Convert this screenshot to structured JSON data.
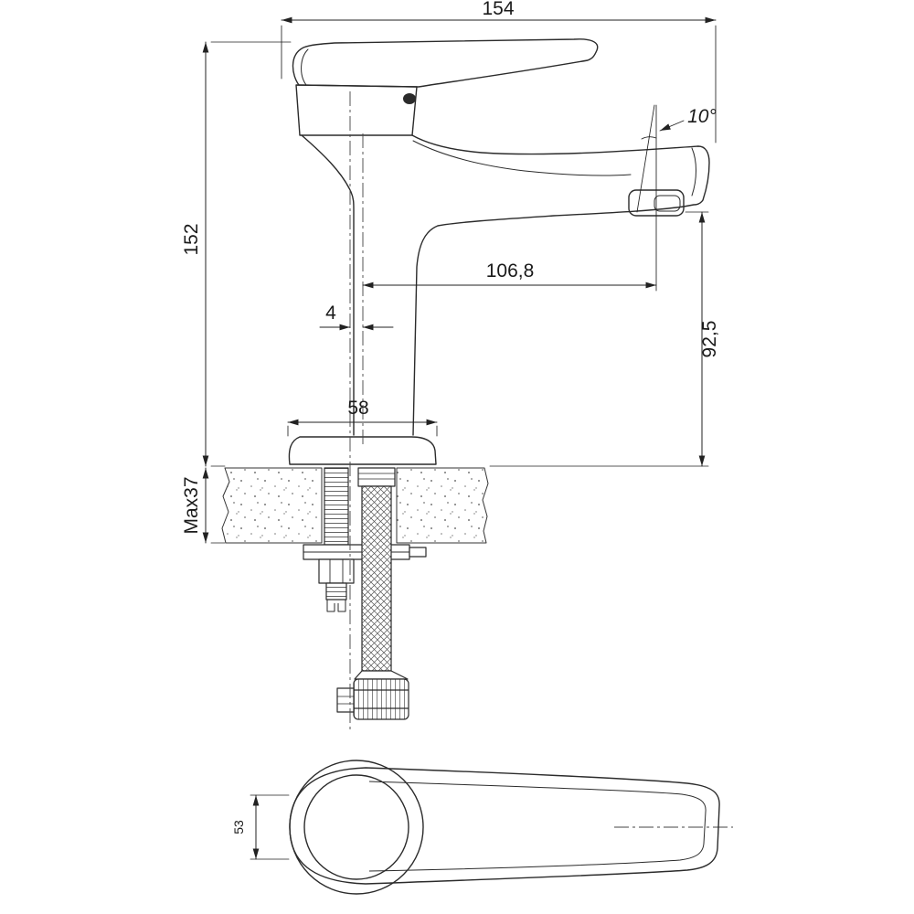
{
  "labels": {
    "total_length": "154",
    "total_height": "152",
    "spout_angle": "10°",
    "spout_reach": "106,8",
    "spout_axis_offset": "4",
    "outlet_height": "92,5",
    "base_width": "58",
    "max_mounting_thickness": "Max37",
    "handle_width_top_view": "53"
  },
  "colors": {
    "line": "#2b2b2b",
    "dimension": "#222222",
    "background": "#ffffff"
  }
}
